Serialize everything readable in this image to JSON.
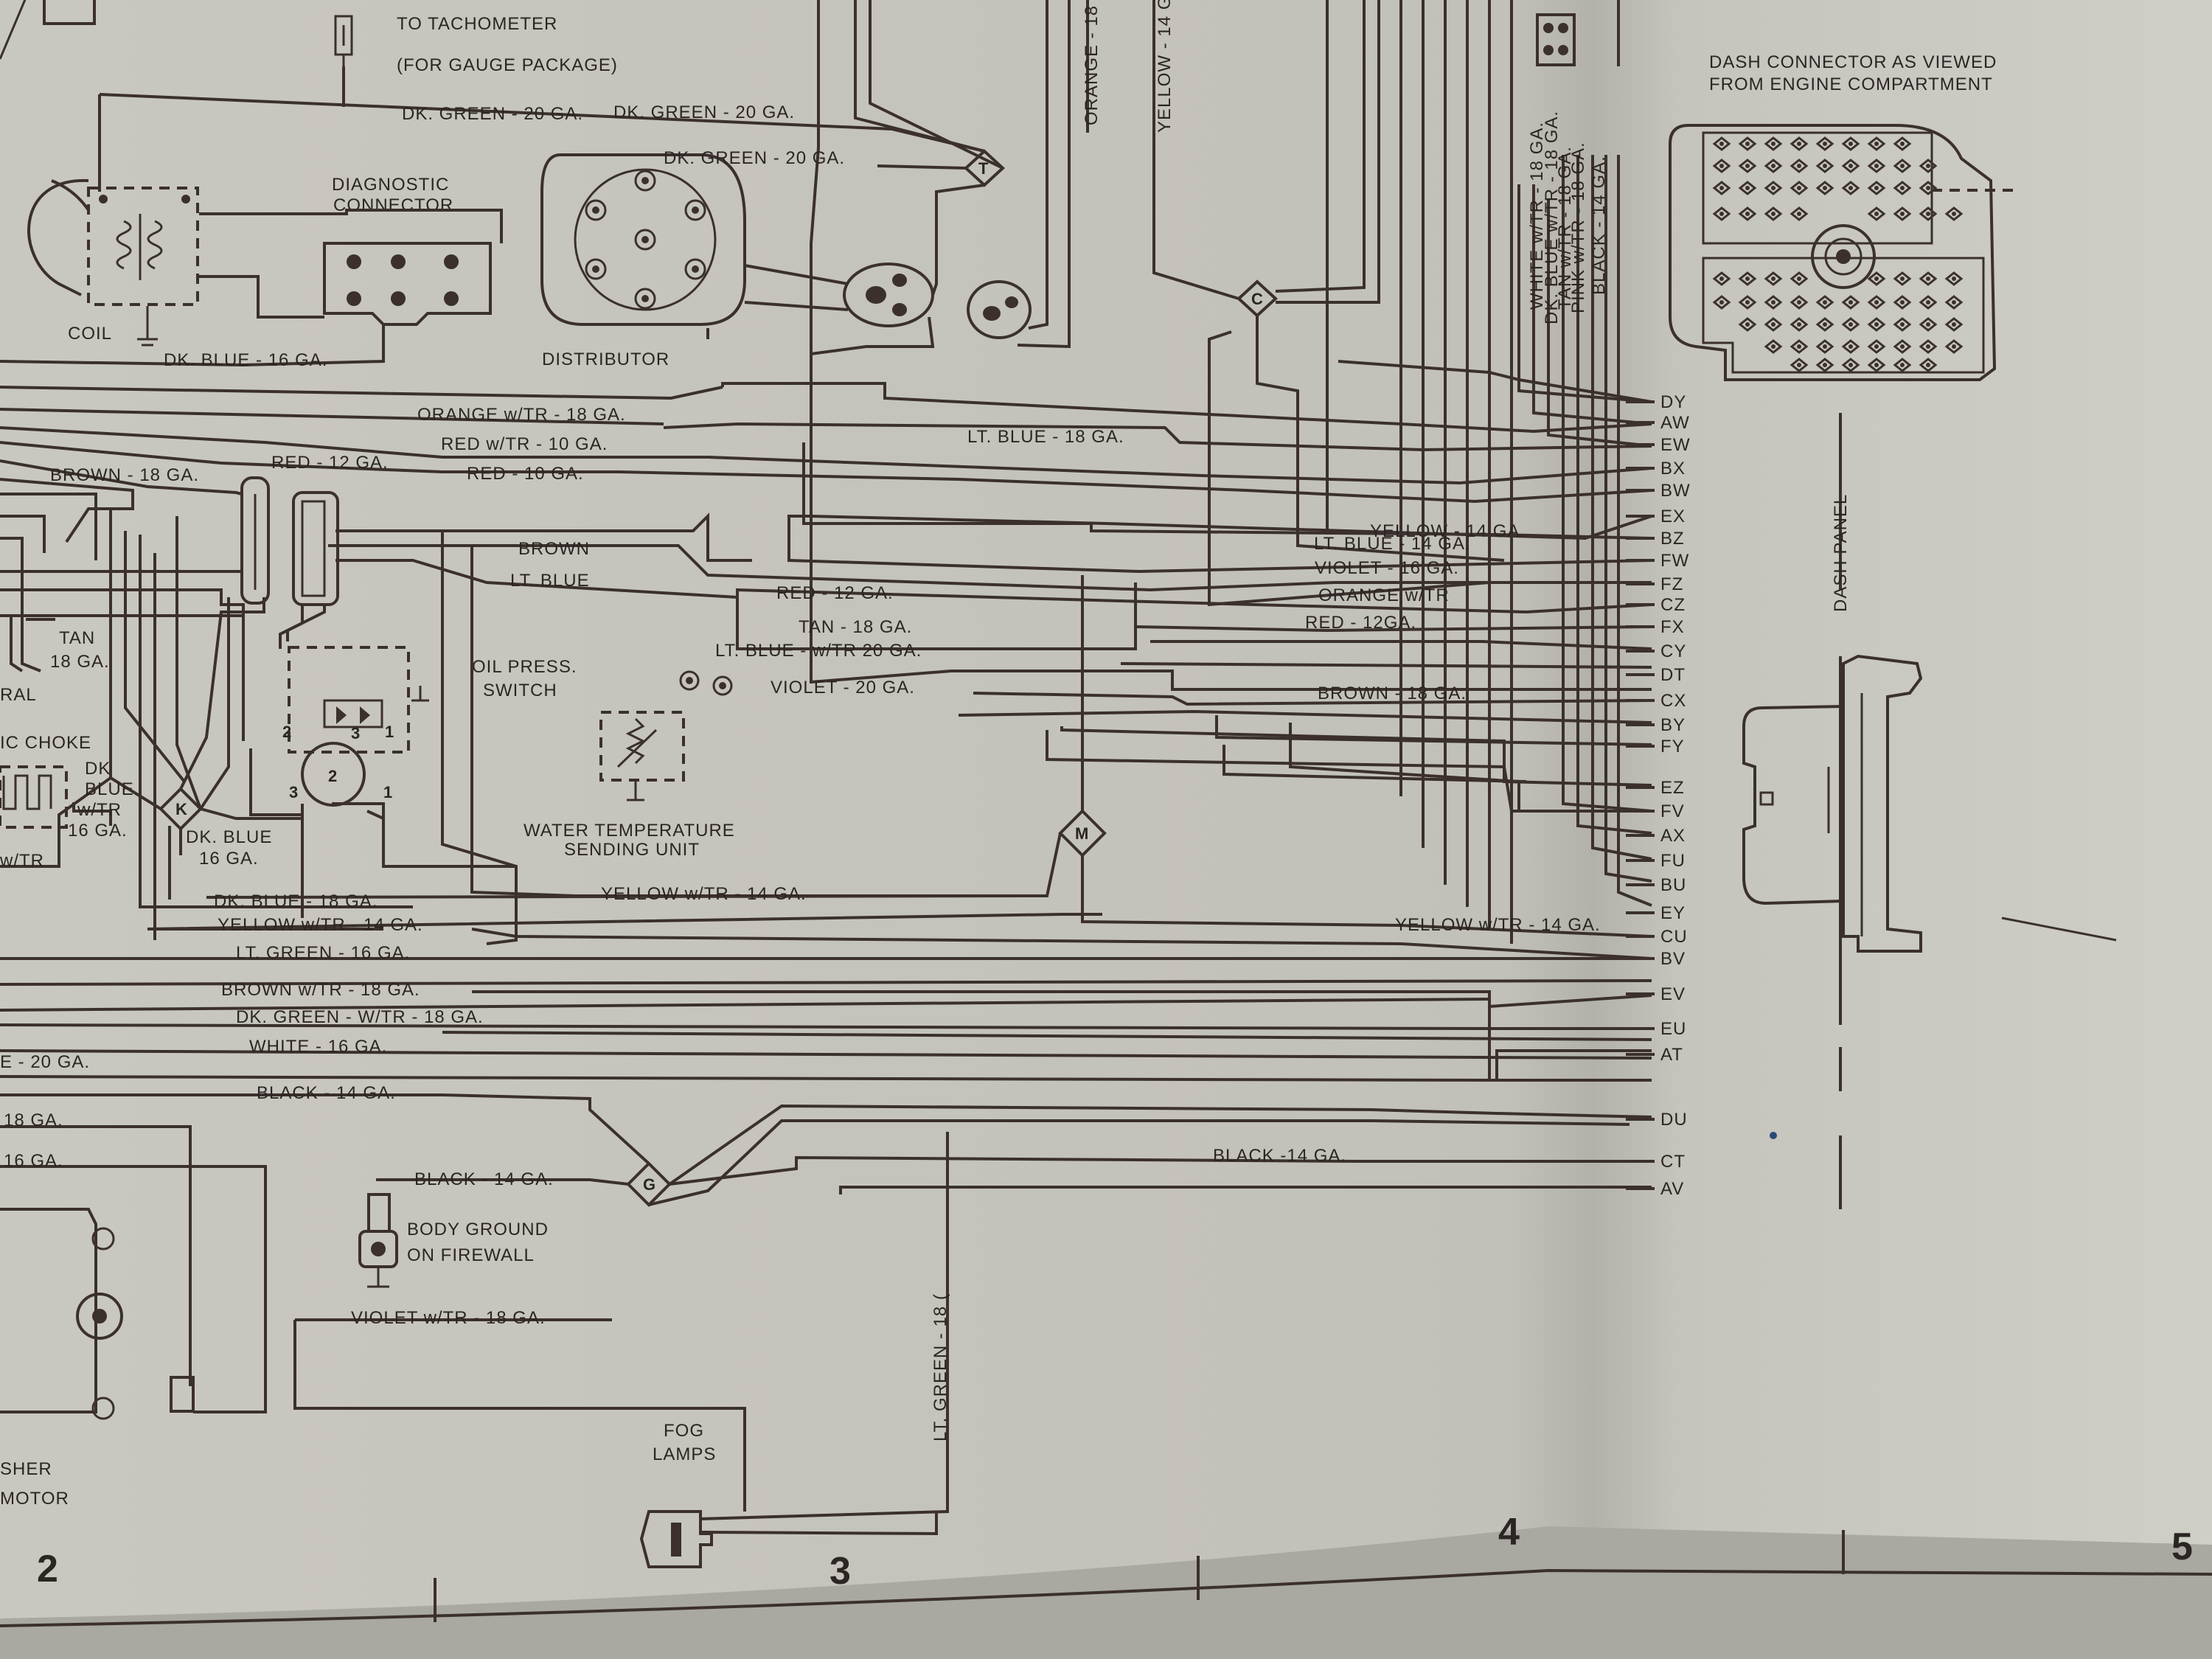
{
  "components": {
    "tachometer": "TO TACHOMETER",
    "tachometer_note": "(FOR GAUGE PACKAGE)",
    "diagnostic_connector_l1": "DIAGNOSTIC",
    "diagnostic_connector_l2": "CONNECTOR",
    "coil": "COIL",
    "distributor": "DISTRIBUTOR",
    "oil_press_l1": "OIL PRESS.",
    "oil_press_l2": "SWITCH",
    "water_temp_l1": "WATER TEMPERATURE",
    "water_temp_l2": "SENDING UNIT",
    "body_ground_l1": "BODY GROUND",
    "body_ground_l2": "ON FIREWALL",
    "fog_lamps_l1": "FOG",
    "fog_lamps_l2": "LAMPS",
    "washer_motor_l1": "SHER",
    "washer_motor_l2": "MOTOR",
    "choke_partial": "IC CHOKE",
    "ral_partial": "RAL",
    "dash_connector_l1": "DASH CONNECTOR AS VIEWED",
    "dash_connector_l2": "FROM ENGINE COMPARTMENT",
    "dash_panel": "DASH PANEL"
  },
  "splices": [
    "T",
    "C",
    "M",
    "G",
    "K"
  ],
  "oil_switch_pins": [
    "2",
    "1",
    "3",
    "2",
    "3",
    "1"
  ],
  "wire_labels": {
    "dk_green_20_a": "DK. GREEN - 20 GA.",
    "dk_green_20_b": "DK. GREEN - 20 GA.",
    "dk_green_20_c": "DK. GREEN - 20 GA.",
    "dk_blue_16": "DK. BLUE - 16 GA.",
    "orange_wtr_18": "ORANGE w/TR - 18 GA.",
    "red_wtr_10": "RED w/TR - 10 GA.",
    "red_12_left": "RED - 12 GA.",
    "red_10": "RED - 10 GA.",
    "brown_18_left": "BROWN - 18 GA.",
    "lt_blue_18": "LT. BLUE - 18 GA.",
    "brown": "BROWN",
    "lt_blue": "LT. BLUE",
    "red_12_mid": "RED - 12 GA.",
    "tan_18_mid": "TAN - 18 GA.",
    "tan_l1": "TAN",
    "tan_l2": "18 GA.",
    "lt_blue_wtr_20": "LT. BLUE - w/TR 20 GA.",
    "violet_20": "VIOLET - 20 GA.",
    "dk_blue_wtr_l1": "DK",
    "dk_blue_wtr_l2": "BLUE",
    "dk_blue_wtr_l3": "w/TR",
    "dk_blue_wtr_l4": "16 GA.",
    "dk_blue_16_b_l1": "DK. BLUE",
    "dk_blue_16_b_l2": "16 GA.",
    "wtr_partial": "w/TR",
    "dk_blue_18": "DK. BLUE - 18 GA.",
    "yellow_wtr_14_a": "YELLOW w/TR - 14 GA.",
    "yellow_wtr_14_b": "YELLOW w/TR - 14 GA.",
    "yellow_wtr_14_c": "YELLOW w/TR - 14 GA.",
    "lt_green_16": "LT. GREEN - 16 GA.",
    "brown_wtr_18": "BROWN w/TR - 18 GA.",
    "dk_green_wtr_18": "DK. GREEN - W/TR - 18 GA.",
    "white_16": "WHITE - 16 GA.",
    "e_20_partial": "E - 20 GA.",
    "black_14_a": "BLACK - 14 GA.",
    "black_14_b": "BLACK - 14 GA.",
    "black_14_c": "BLACK -14 GA.",
    "ga18_partial": "18 GA.",
    "ga16_partial": "16 GA.",
    "violet_wtr_18": "VIOLET w/TR - 18 GA.",
    "lt_green_18_vert": "LT. GREEN - 18 (",
    "orange_18_vert": "ORANGE - 18",
    "yellow_14_vert": "YELLOW - 14 G",
    "white_wtr_18_vert": "WHITE w/TR - 18 GA.",
    "dk_blue_wtr_18_vert": "DK. BLUE w/TR - 18 GA.",
    "tan_wtr_18_vert": "TAN w/TR - 18 GA.",
    "pink_wtr_18_vert": "PINK w/TR - 18 GA.",
    "black_14_vert": "BLACK - 14 GA.",
    "yellow_14": "YELLOW - 14 GA.",
    "lt_blue_14": "LT. BLUE - 14 GA.",
    "violet_16": "VIOLET - 16 GA.",
    "orange_wtr": "ORANGE w/TR",
    "red_12_right": "RED - 12GA.",
    "brown_18_right": "BROWN - 18 GA."
  },
  "dash_pins": [
    "DY",
    "AW",
    "EW",
    "BX",
    "BW",
    "EX",
    "BZ",
    "FW",
    "FZ",
    "CZ",
    "FX",
    "CY",
    "DT",
    "CX",
    "BY",
    "FY",
    "EZ",
    "FV",
    "AX",
    "FU",
    "BU",
    "EY",
    "CU",
    "BV",
    "EV",
    "EU",
    "AT",
    "DU",
    "CT",
    "AV"
  ],
  "ruler_numbers": [
    "2",
    "3",
    "4",
    "5"
  ]
}
